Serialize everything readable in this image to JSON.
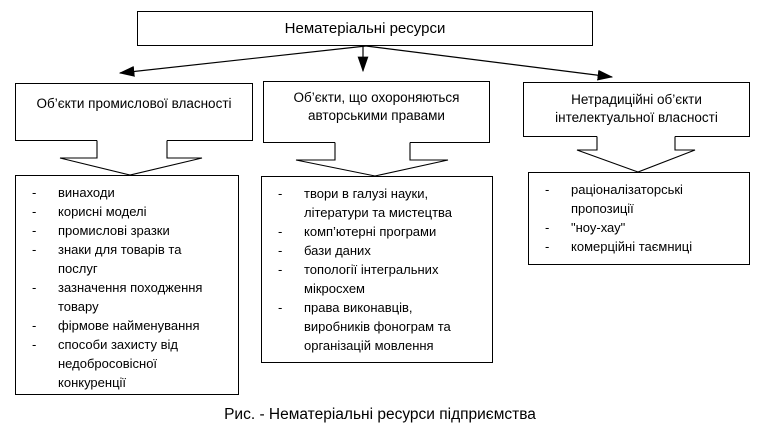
{
  "figure": {
    "root": {
      "label": "Нематеріальні ресурси"
    },
    "columns": [
      {
        "header": "Об’єкти промислової власності",
        "items": [
          [
            "винаходи"
          ],
          [
            "корисні моделі"
          ],
          [
            "промислові зразки"
          ],
          [
            "знаки для товарів та",
            "послуг"
          ],
          [
            "зазначення походження",
            "товару"
          ],
          [
            "фірмове найменування"
          ],
          [
            "способи захисту від",
            "недобросовісної",
            "конкуренції"
          ]
        ]
      },
      {
        "header": "Об’єкти, що охороняються авторськими правами",
        "items": [
          [
            "твори в галузі науки,",
            "літератури та мистецтва"
          ],
          [
            "комп’ютерні програми"
          ],
          [
            "бази даних"
          ],
          [
            "топології інтегральних",
            "мікросхем"
          ],
          [
            "права виконавців,",
            "виробників фонограм та",
            "організацій мовлення"
          ]
        ]
      },
      {
        "header": "Нетрадиційні об’єкти інтелектуальної власності",
        "items": [
          [
            "раціоналізаторські",
            "пропозиції"
          ],
          [
            "\"ноу-хау\""
          ],
          [
            "комерційні таємниці"
          ]
        ]
      }
    ],
    "bullet_char": "-",
    "caption": "Рис. - Нематеріальні ресурси підприємства"
  },
  "colors": {
    "line": "#000000",
    "text": "#000000",
    "background": "#ffffff"
  }
}
